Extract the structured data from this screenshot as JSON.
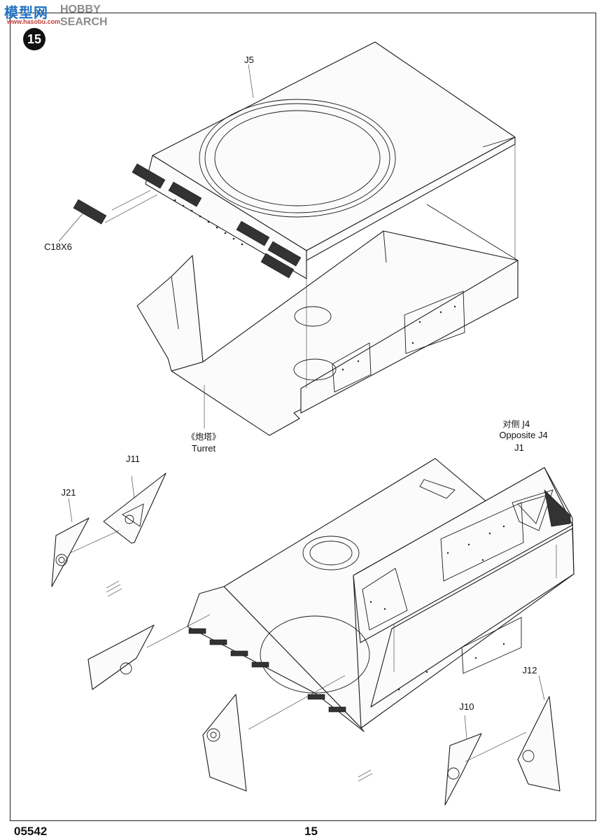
{
  "watermark": {
    "cn": "模型网",
    "en": "HOBBY SEARCH",
    "url": "www.hasobu.com"
  },
  "step": {
    "number": "15"
  },
  "callouts": {
    "j5": "J5",
    "c18": "C18X6",
    "turret_cn": "《炮塔》",
    "turret_en": "Turret",
    "opposite_cn": "对侧 J4",
    "opposite_en": "Opposite J4",
    "j1": "J1",
    "j11": "J11",
    "j21": "J21",
    "j12": "J12",
    "j10": "J10"
  },
  "footer": {
    "kit_number": "05542",
    "page_number": "15"
  }
}
